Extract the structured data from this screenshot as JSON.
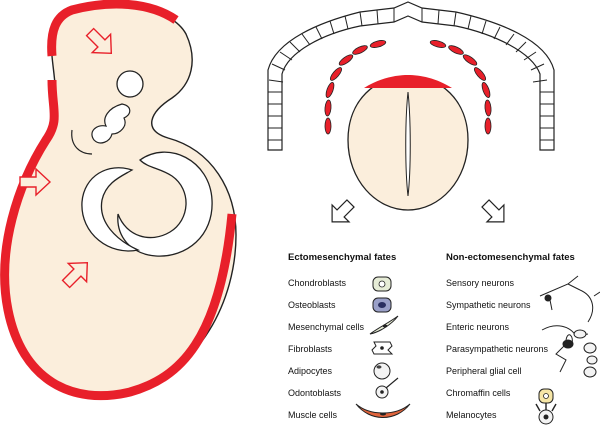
{
  "colors": {
    "neural_crest_red": "#e8202a",
    "tissue_fill": "#fbeedc",
    "outline": "#222222",
    "fate_cell_fill": "#e6ecd6",
    "muscle_fill": "#e0643c"
  },
  "diagram": {
    "left_figure": "embryo-with-neural-crest-migration",
    "right_figure": "neural-tube-cross-section-with-migrating-crest-cells"
  },
  "ectomesenchymal": {
    "heading": "Ectomesenchymal fates",
    "items": [
      {
        "label": "Chondroblasts",
        "icon": "chondroblast-icon"
      },
      {
        "label": "Osteoblasts",
        "icon": "osteoblast-icon"
      },
      {
        "label": "Mesenchymal cells",
        "icon": "mesenchymal-cell-icon"
      },
      {
        "label": "Fibroblasts",
        "icon": "fibroblast-icon"
      },
      {
        "label": "Adipocytes",
        "icon": "adipocyte-icon"
      },
      {
        "label": "Odontoblasts",
        "icon": "odontoblast-icon"
      },
      {
        "label": "Muscle cells",
        "icon": "muscle-cell-icon"
      }
    ]
  },
  "non_ectomesenchymal": {
    "heading": "Non-ectomesenchymal fates",
    "items": [
      {
        "label": "Sensory neurons",
        "icon": "sensory-neuron-icon"
      },
      {
        "label": "Sympathetic neurons",
        "icon": "sympathetic-neuron-icon"
      },
      {
        "label": "Enteric neurons",
        "icon": "enteric-neuron-icon"
      },
      {
        "label": "Parasympathetic neurons",
        "icon": "parasympathetic-neuron-icon"
      },
      {
        "label": "Peripheral glial cell",
        "icon": ""
      },
      {
        "label": "Chromaffin cells",
        "icon": "chromaffin-cell-icon"
      },
      {
        "label": "Melanocytes",
        "icon": "melanocyte-icon"
      }
    ]
  }
}
